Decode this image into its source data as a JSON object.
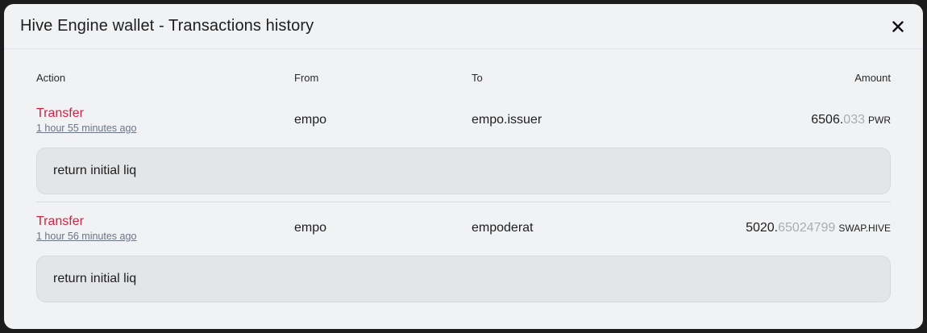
{
  "modal": {
    "title": "Hive Engine wallet - Transactions history",
    "close_icon": "close-icon"
  },
  "table": {
    "headers": {
      "action": "Action",
      "from": "From",
      "to": "To",
      "amount": "Amount"
    },
    "rows": [
      {
        "action": "Transfer",
        "time": "1 hour 55 minutes ago",
        "from": "empo",
        "to": "empo.issuer",
        "amount_int": "6506.",
        "amount_dec": "033",
        "symbol": "PWR",
        "memo": "return initial liq"
      },
      {
        "action": "Transfer",
        "time": "1 hour 56 minutes ago",
        "from": "empo",
        "to": "empoderat",
        "amount_int": "5020.",
        "amount_dec": "65024799",
        "symbol": "SWAP.HIVE",
        "memo": "return initial liq"
      }
    ]
  },
  "colors": {
    "action": "#d32043",
    "background": "#f1f2f4",
    "memo_bg": "#e4e5e7"
  }
}
